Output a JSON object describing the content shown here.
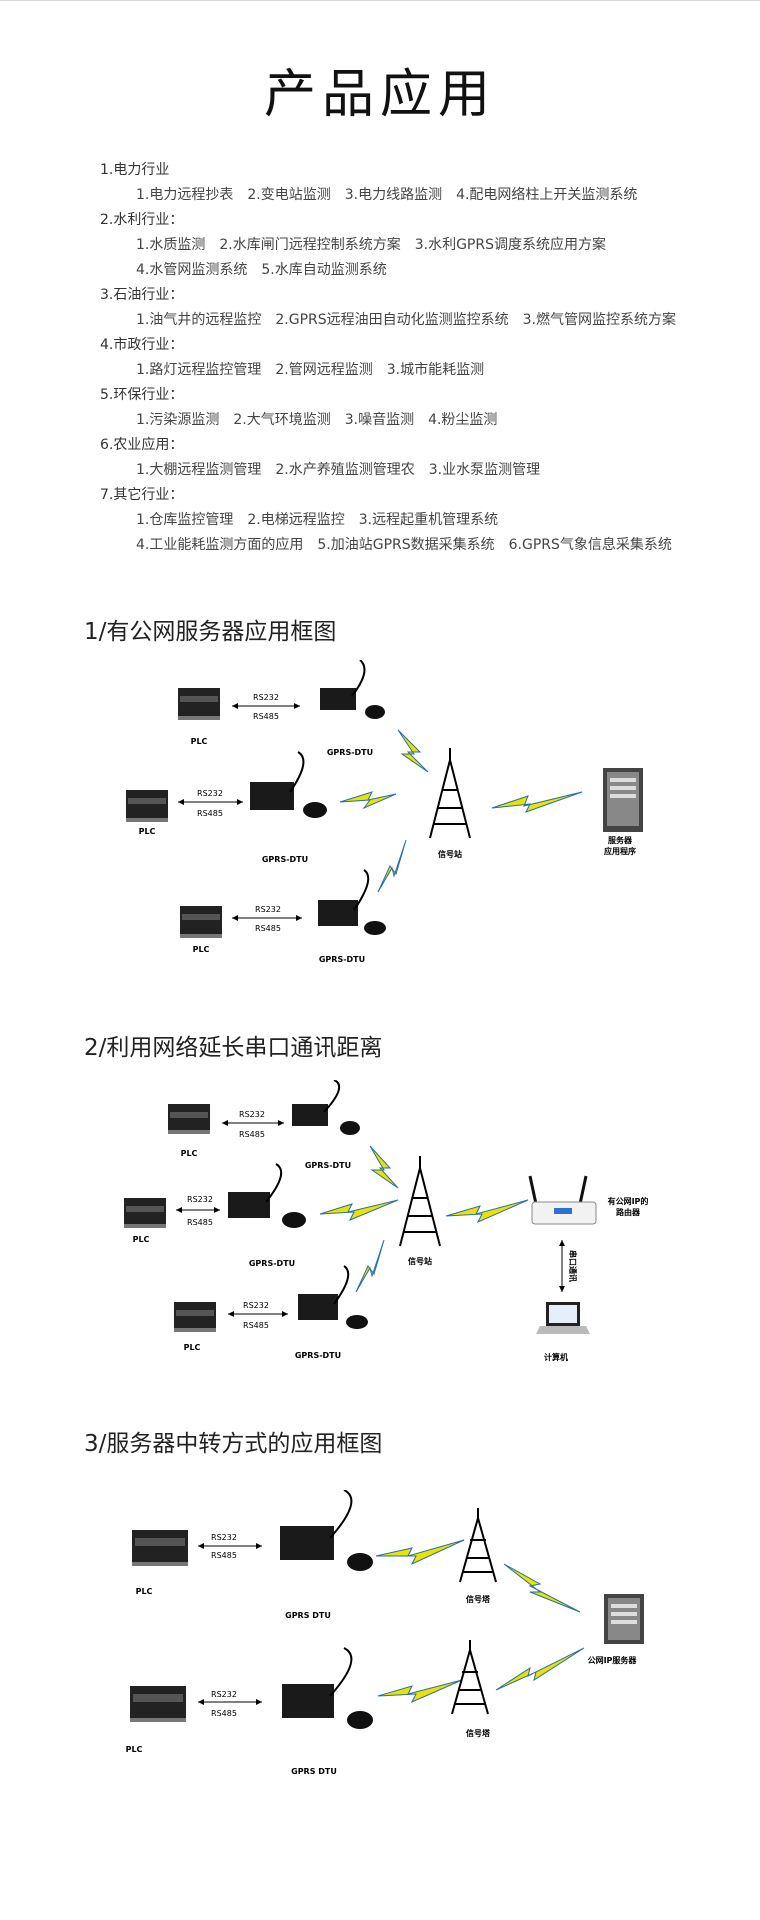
{
  "page_title": "产品应用",
  "industries": [
    {
      "title": "1.电力行业",
      "lines": [
        [
          "1.电力远程抄表",
          "2.变电站监测",
          "3.电力线路监测",
          "4.配电网络柱上开关监测系统"
        ]
      ]
    },
    {
      "title": "2.水利行业：",
      "lines": [
        [
          "1.水质监测",
          "2.水库闸门远程控制系统方案",
          "3.水利GPRS调度系统应用方案"
        ],
        [
          "4.水管网监测系统",
          "5.水库自动监测系统"
        ]
      ]
    },
    {
      "title": "3.石油行业：",
      "lines": [
        [
          "1.油气井的远程监控",
          "2.GPRS远程油田自动化监测监控系统",
          "3.燃气管网监控系统方案"
        ]
      ]
    },
    {
      "title": "4.市政行业：",
      "lines": [
        [
          "1.路灯远程监控管理",
          "2.管网远程监测",
          "3.城市能耗监测"
        ]
      ]
    },
    {
      "title": "5.环保行业：",
      "lines": [
        [
          "1.污染源监测",
          "2.大气环境监测",
          "3.噪音监测",
          "4.粉尘监测"
        ]
      ]
    },
    {
      "title": "6.农业应用：",
      "lines": [
        [
          "1.大棚远程监测管理",
          "2.水产养殖监测管理农",
          "3.业水泵监测管理"
        ]
      ]
    },
    {
      "title": "7.其它行业：",
      "lines": [
        [
          "1.仓库监控管理",
          "2.电梯远程监控",
          "3.远程起重机管理系统"
        ],
        [
          "4.工业能耗监测方面的应用",
          "5.加油站GPRS数据采集系统",
          "6.GPRS气象信息采集系统"
        ]
      ]
    }
  ],
  "sections": {
    "s1": {
      "title": "1/有公网服务器应用框图",
      "plc": "PLC",
      "rs232": "RS232",
      "rs485": "RS485",
      "dtu": "GPRS-DTU",
      "tower": "信号站",
      "server_l1": "服务器",
      "server_l2": "应用程序"
    },
    "s2": {
      "title": "2/利用网络延长串口通讯距离",
      "plc": "PLC",
      "rs232": "RS232",
      "rs485": "RS485",
      "dtu": "GPRS-DTU",
      "tower": "信号站",
      "router_l1": "有公网IP的",
      "router_l2": "路由器",
      "serial": "串口通讯",
      "computer": "计算机"
    },
    "s3": {
      "title": "3/服务器中转方式的应用框图",
      "plc": "PLC",
      "rs232": "RS232",
      "rs485": "RS485",
      "dtu": "GPRS DTU",
      "tower": "信号塔",
      "server": "公网IP服务器"
    }
  }
}
